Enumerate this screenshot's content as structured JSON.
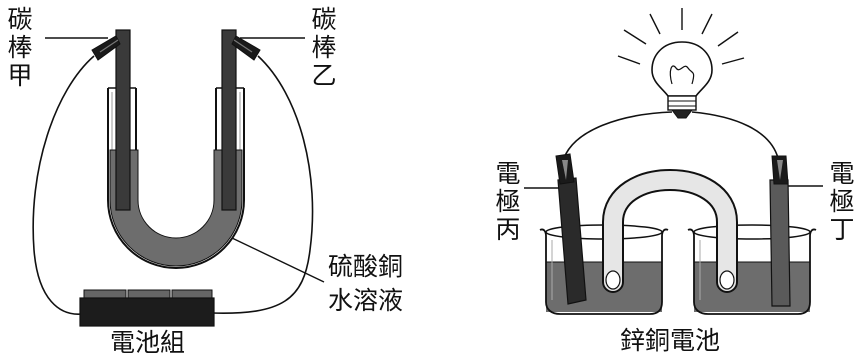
{
  "left_diagram": {
    "rod_a_label": "碳棒甲",
    "rod_b_label": "碳棒乙",
    "solution_label_line1": "硫酸銅",
    "solution_label_line2": "水溶液",
    "battery_label": "電池組"
  },
  "right_diagram": {
    "electrode_c_label": "電極丙",
    "electrode_d_label": "電極丁",
    "caption": "鋅銅電池"
  },
  "colors": {
    "solution": "#6d6d6d",
    "rod": "#3a3a3a",
    "line": "#111111",
    "salt_bridge": "#e6e6e6"
  }
}
